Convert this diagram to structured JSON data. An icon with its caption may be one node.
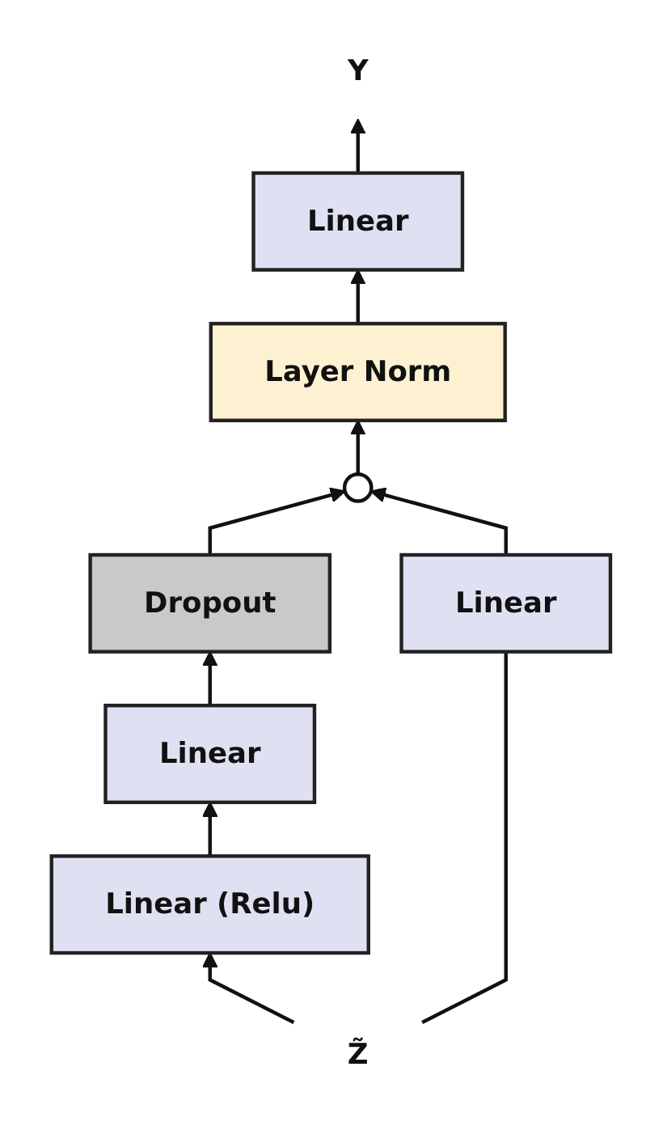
{
  "diagram": {
    "nodes": [
      {
        "text": [
          "Linear"
        ]
      },
      {
        "text": [
          "Layer Norm"
        ]
      },
      {
        "text": [],
        "shape": "circle"
      },
      {
        "text": [
          "Dropout"
        ]
      },
      {
        "text": [
          "Linear"
        ]
      },
      {
        "text": [
          "Linear (Relu)"
        ]
      },
      {
        "text": [
          "Linear"
        ]
      },
      {
        "text": [
          "Z̃"
        ]
      },
      {
        "text": [
          "Y"
        ]
      }
    ],
    "edges": [
      {
        "from": 7,
        "to": 5,
        "arrow": "to"
      },
      {
        "from": 5,
        "to": 4,
        "arrow": "to"
      },
      {
        "from": 4,
        "to": 3,
        "arrow": "to"
      },
      {
        "from": 3,
        "to": 2,
        "arrow": "to"
      },
      {
        "from": 7,
        "to": 6,
        "arrow": "none"
      },
      {
        "from": 6,
        "to": 2,
        "arrow": "to"
      },
      {
        "from": 2,
        "to": 1,
        "arrow": "to"
      },
      {
        "from": 1,
        "to": 0,
        "arrow": "to"
      },
      {
        "from": 0,
        "to": 8,
        "arrow": "to"
      }
    ]
  }
}
